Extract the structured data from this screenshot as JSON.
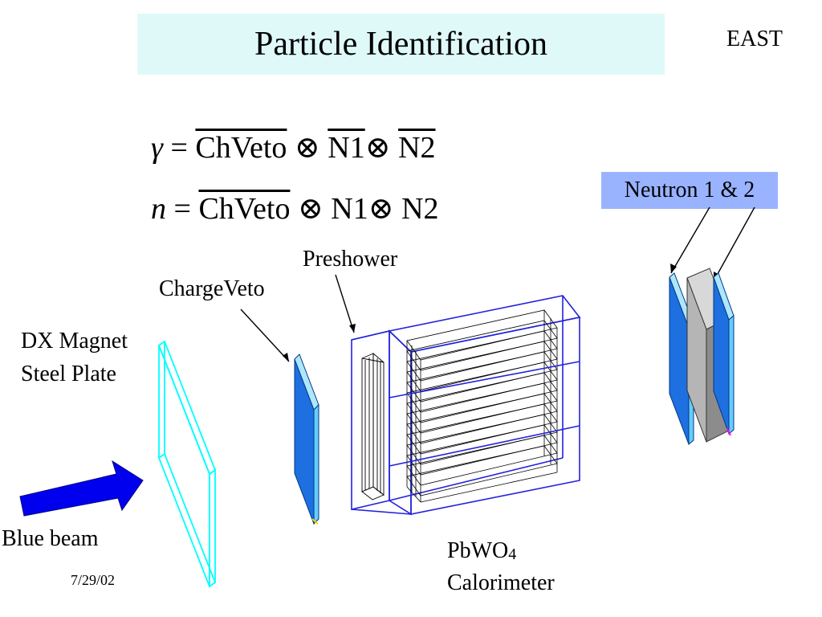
{
  "slide": {
    "title": "Particle Identification",
    "corner_label": "EAST",
    "date": "7/29/02"
  },
  "equations": {
    "gamma": {
      "lhs": "γ",
      "eq": " = ",
      "chveto": "ChVeto",
      "op1": " ⊗ ",
      "n1": "N1",
      "op2": "⊗ ",
      "n2": "N2"
    },
    "neutron": {
      "lhs": "n",
      "eq": " = ",
      "chveto": "ChVeto",
      "op1": " ⊗ ",
      "n1": "N1",
      "op2": "⊗ ",
      "n2": "N2"
    }
  },
  "labels": {
    "neutron": "Neutron 1 & 2",
    "preshower": "Preshower",
    "chargeveto": "ChargeVeto",
    "dx_line1": "DX Magnet",
    "dx_line2": "Steel Plate",
    "blue_beam": "Blue beam",
    "calorimeter_chem": "PbWO",
    "calorimeter_sub": "4",
    "calorimeter_line2": "Calorimeter"
  },
  "colors": {
    "title_bg": "#dff9f9",
    "neutron_box_bg": "#99b3ff",
    "beam_arrow": "#0000ee",
    "steel_plate": "#00ffff",
    "detector_blue": "#1e6fe0",
    "detector_edge": "#66ccff",
    "calorimeter_outline": "#2222dd",
    "neutron_gray": "#b5b5b5"
  }
}
